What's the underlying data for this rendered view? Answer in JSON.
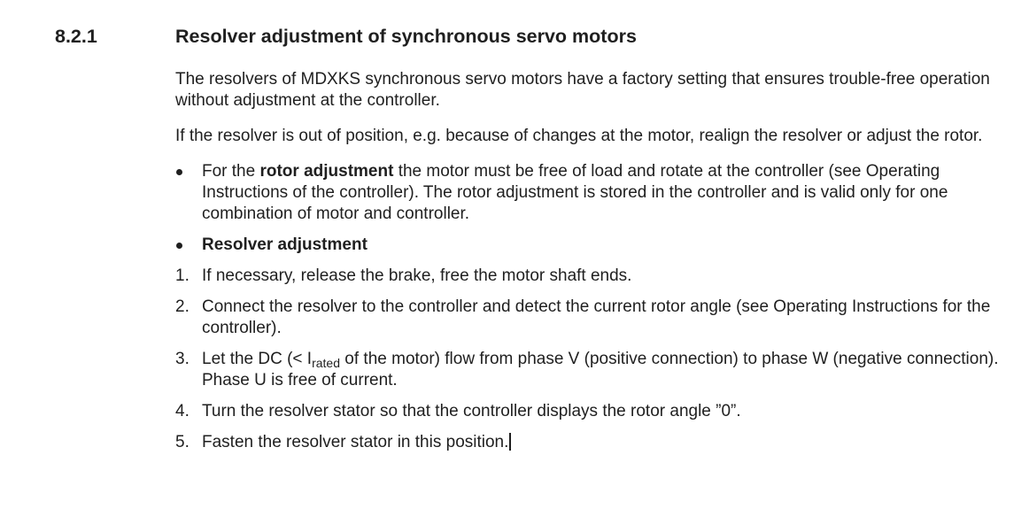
{
  "page": {
    "section_number": "8.2.1",
    "title": "Resolver adjustment of synchronous servo motors",
    "blocks": [
      {
        "type": "p",
        "segments": [
          {
            "t": "The resolvers of MDXKS synchronous servo motors have a factory setting that ensures trouble-free operation without adjustment at the controller."
          }
        ]
      },
      {
        "type": "p",
        "segments": [
          {
            "t": "If the resolver is out of position, e.g. because of changes at the motor, realign the resolver or adjust the rotor."
          }
        ]
      },
      {
        "type": "bullet",
        "segments": [
          {
            "t": "For the "
          },
          {
            "t": "rotor adjustment",
            "b": true
          },
          {
            "t": " the motor must be free of load and rotate at the controller (see Operating Instructions of the controller). The rotor adjustment is stored in the controller and is valid only for one combination of motor and controller."
          }
        ]
      },
      {
        "type": "bullet",
        "segments": [
          {
            "t": "Resolver adjustment",
            "b": true
          }
        ]
      },
      {
        "type": "step",
        "marker": "1.",
        "segments": [
          {
            "t": "If necessary, release the brake, free the motor shaft ends."
          }
        ]
      },
      {
        "type": "step",
        "marker": "2.",
        "segments": [
          {
            "t": "Connect the resolver to the controller and detect the current rotor angle (see Operating Instructions for the controller)."
          }
        ]
      },
      {
        "type": "step",
        "marker": "3.",
        "segments": [
          {
            "t": "Let the DC (< I"
          },
          {
            "t": "rated",
            "sub": true
          },
          {
            "t": " of the motor) flow from phase V (positive connection) to phase W (negative connection). Phase U is free of current."
          }
        ]
      },
      {
        "type": "step",
        "marker": "4.",
        "segments": [
          {
            "t": "Turn the resolver stator so that the controller displays the rotor angle ”0”."
          }
        ]
      },
      {
        "type": "step",
        "marker": "5.",
        "segments": [
          {
            "t": "Fasten the resolver stator in this position."
          }
        ],
        "caret": true
      }
    ]
  },
  "colors": {
    "text": "#1f1f1f",
    "background": "#ffffff"
  }
}
